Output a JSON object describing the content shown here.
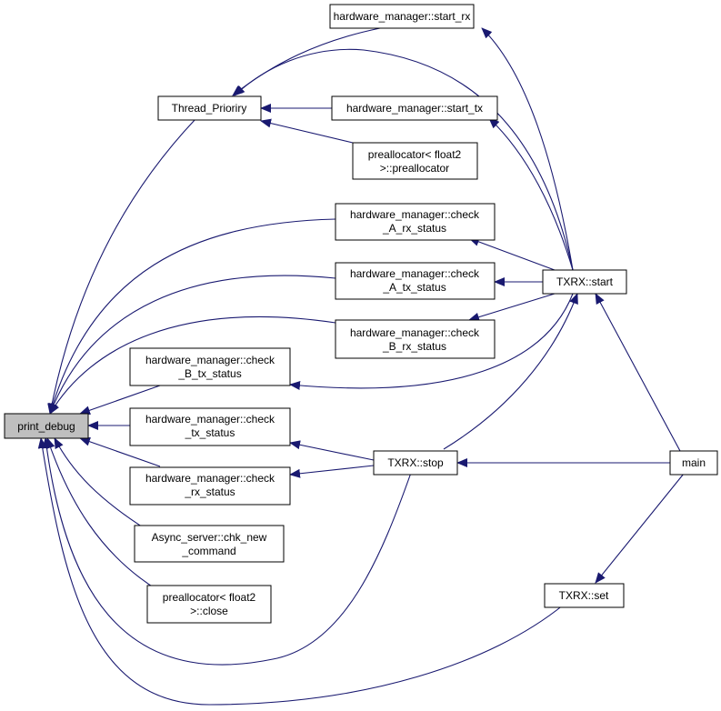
{
  "colors": {
    "edge": "#191970",
    "node_fill": "#ffffff",
    "node_highlight_fill": "#bfbfbf",
    "node_stroke": "#000000"
  },
  "nodes": {
    "print_debug": [
      "print_debug"
    ],
    "thread_prioriry": [
      "Thread_Prioriry"
    ],
    "hm_start_rx": [
      "hardware_manager::start_rx"
    ],
    "hm_start_tx": [
      "hardware_manager::start_tx"
    ],
    "prealloc_ctor": [
      "preallocator< float2",
      ">::preallocator"
    ],
    "hm_check_a_rx": [
      "hardware_manager::check",
      "_A_rx_status"
    ],
    "hm_check_a_tx": [
      "hardware_manager::check",
      "_A_tx_status"
    ],
    "hm_check_b_rx": [
      "hardware_manager::check",
      "_B_rx_status"
    ],
    "hm_check_b_tx": [
      "hardware_manager::check",
      "_B_tx_status"
    ],
    "hm_check_tx": [
      "hardware_manager::check",
      "_tx_status"
    ],
    "hm_check_rx": [
      "hardware_manager::check",
      "_rx_status"
    ],
    "async_chk": [
      "Async_server::chk_new",
      "_command"
    ],
    "prealloc_close": [
      "preallocator< float2",
      ">::close"
    ],
    "txrx_start": [
      "TXRX::start"
    ],
    "txrx_stop": [
      "TXRX::stop"
    ],
    "txrx_set": [
      "TXRX::set"
    ],
    "main": [
      "main"
    ]
  }
}
